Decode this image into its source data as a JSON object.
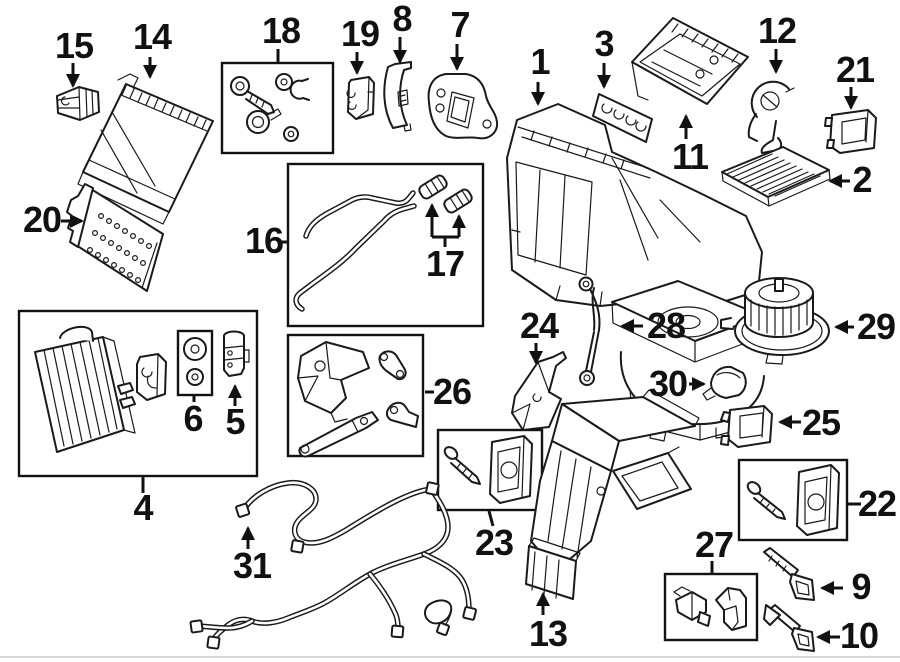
{
  "palette": {
    "background": "#ffffff",
    "line": "#1a1a1a",
    "label": "#111111",
    "bottom_rule": "#d8d8d8"
  },
  "callouts": [
    {
      "num": "1",
      "part": "hvac-main-housing"
    },
    {
      "num": "2",
      "part": "cabin-air-filter"
    },
    {
      "num": "3",
      "part": "seal-strip"
    },
    {
      "num": "4",
      "part": "evaporator-kit-box"
    },
    {
      "num": "5",
      "part": "expansion-valve"
    },
    {
      "num": "6",
      "part": "o-ring-seal-kit"
    },
    {
      "num": "7",
      "part": "gasket-plate"
    },
    {
      "num": "8",
      "part": "side-bracket"
    },
    {
      "num": "9",
      "part": "sensor-with-screw"
    },
    {
      "num": "10",
      "part": "sensor-with-screw"
    },
    {
      "num": "11",
      "part": "intake-cover"
    },
    {
      "num": "12",
      "part": "actuator-with-link"
    },
    {
      "num": "13",
      "part": "lower-distribution-housing"
    },
    {
      "num": "14",
      "part": "heater-core"
    },
    {
      "num": "15",
      "part": "mounting-bracket"
    },
    {
      "num": "16",
      "part": "heater-pipes-box"
    },
    {
      "num": "17",
      "part": "pipe-caps"
    },
    {
      "num": "18",
      "part": "hardware-kit-box"
    },
    {
      "num": "19",
      "part": "clip-block"
    },
    {
      "num": "20",
      "part": "auxiliary-heater-element"
    },
    {
      "num": "21",
      "part": "servo-actuator"
    },
    {
      "num": "22",
      "part": "actuator-with-screw-box"
    },
    {
      "num": "23",
      "part": "actuator-with-screw-box"
    },
    {
      "num": "24",
      "part": "support-bracket"
    },
    {
      "num": "25",
      "part": "servo-actuator"
    },
    {
      "num": "26",
      "part": "linkage-kit-box"
    },
    {
      "num": "27",
      "part": "sensor-kit-box"
    },
    {
      "num": "28",
      "part": "link-rod"
    },
    {
      "num": "29",
      "part": "blower-motor"
    },
    {
      "num": "30",
      "part": "cover-clip"
    },
    {
      "num": "31",
      "part": "wiring-harness"
    }
  ]
}
